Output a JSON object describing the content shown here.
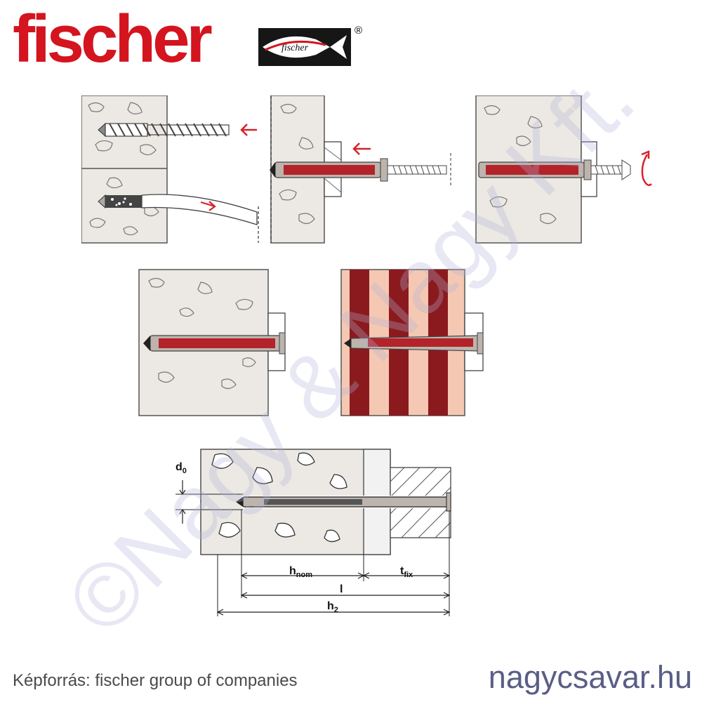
{
  "brand": {
    "name": "fischer",
    "logo_text": "fischer",
    "registered": "®",
    "color": "#d4141e"
  },
  "steps": [
    {
      "id": "drill-hole",
      "description_icon": "drill-bit-arrow-left"
    },
    {
      "id": "clean-hole",
      "description_icon": "blow-tube-arrow-right"
    },
    {
      "id": "insert-anchor",
      "description_icon": "anchor-arrow-left"
    },
    {
      "id": "drive-screw",
      "description_icon": "rotate-clockwise"
    },
    {
      "id": "solid-base",
      "description_icon": "concrete-wall"
    },
    {
      "id": "hollow-brick",
      "description_icon": "perforated-brick-wall"
    }
  ],
  "dimensions": {
    "d0": {
      "main": "d",
      "sub": "0"
    },
    "hnom": {
      "main": "h",
      "sub": "nom"
    },
    "tfix": {
      "main": "t",
      "sub": "fix"
    },
    "l": {
      "main": "l",
      "sub": ""
    },
    "h2": {
      "main": "h",
      "sub": "2"
    }
  },
  "colors": {
    "anchor_red": "#b4232a",
    "anchor_grey": "#bdb4ad",
    "concrete_fill": "#ece8e3",
    "brick_dark": "#8b1a1e",
    "brick_light": "#f4c8b2",
    "arrow_red": "#d6222a"
  },
  "footer": {
    "caption": "Képforrás: fischer group of companies",
    "site": "nagycsavar.hu"
  },
  "watermark": "©Nagy & Nagy Kft."
}
